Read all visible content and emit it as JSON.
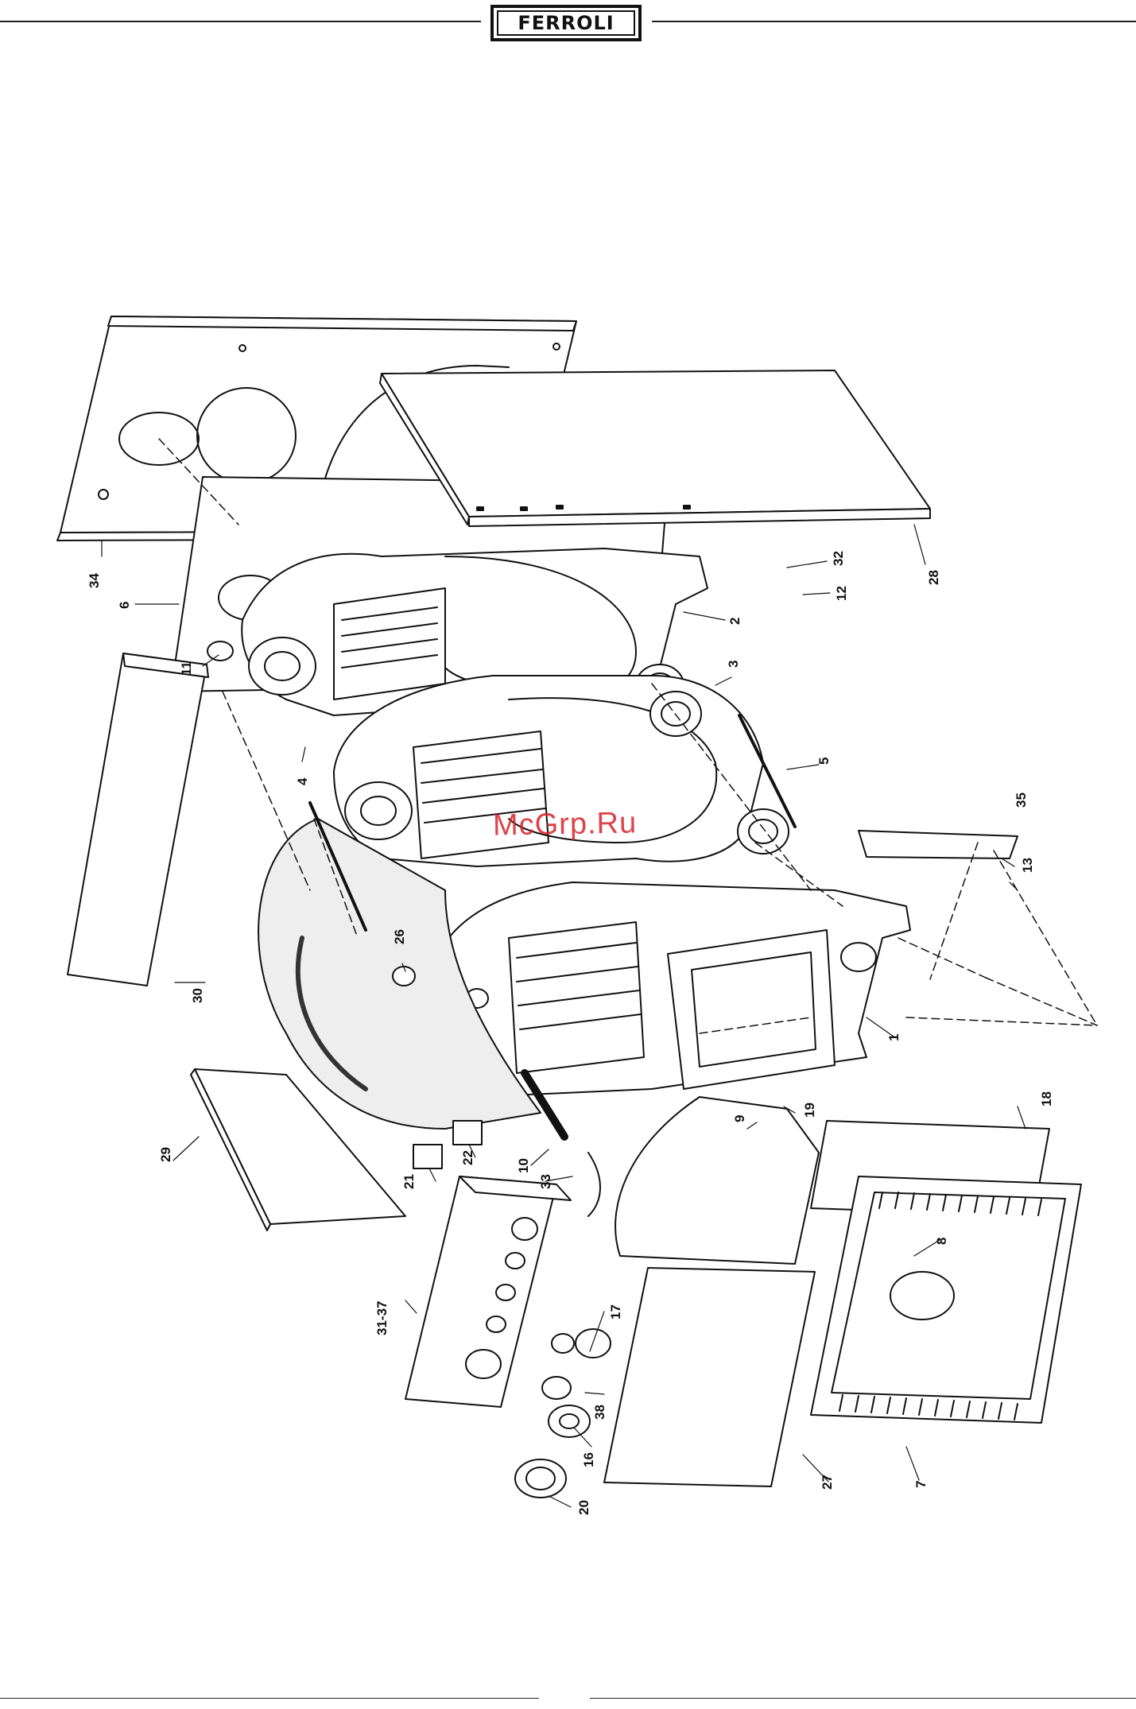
{
  "header": {
    "brand": "FERROLI"
  },
  "watermark": {
    "text": "McGrp.Ru",
    "color": "#d9232a"
  },
  "callouts": [
    {
      "id": "34",
      "label": "34"
    },
    {
      "id": "6",
      "label": "6"
    },
    {
      "id": "11",
      "label": "11"
    },
    {
      "id": "4",
      "label": "4"
    },
    {
      "id": "30",
      "label": "30"
    },
    {
      "id": "26",
      "label": "26"
    },
    {
      "id": "29",
      "label": "29"
    },
    {
      "id": "21",
      "label": "21"
    },
    {
      "id": "22",
      "label": "22"
    },
    {
      "id": "10",
      "label": "10"
    },
    {
      "id": "33",
      "label": "33"
    },
    {
      "id": "31-37",
      "label": "31-37"
    },
    {
      "id": "17",
      "label": "17"
    },
    {
      "id": "38",
      "label": "38"
    },
    {
      "id": "16",
      "label": "16"
    },
    {
      "id": "20",
      "label": "20"
    },
    {
      "id": "27",
      "label": "27"
    },
    {
      "id": "7",
      "label": "7"
    },
    {
      "id": "8",
      "label": "8"
    },
    {
      "id": "9",
      "label": "9"
    },
    {
      "id": "19",
      "label": "19"
    },
    {
      "id": "18",
      "label": "18"
    },
    {
      "id": "1",
      "label": "1"
    },
    {
      "id": "13",
      "label": "13"
    },
    {
      "id": "35",
      "label": "35"
    },
    {
      "id": "5",
      "label": "5"
    },
    {
      "id": "3",
      "label": "3"
    },
    {
      "id": "2",
      "label": "2"
    },
    {
      "id": "12",
      "label": "12"
    },
    {
      "id": "32",
      "label": "32"
    },
    {
      "id": "28",
      "label": "28"
    }
  ]
}
